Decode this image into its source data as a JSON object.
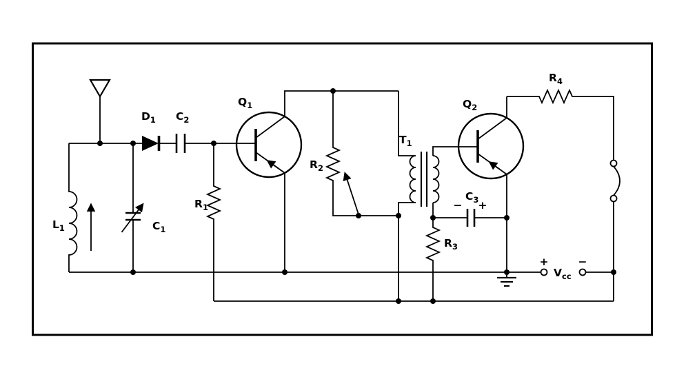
{
  "figure": {
    "type": "circuit-schematic"
  },
  "colors": {
    "ink": "#000000",
    "bg": "#ffffff"
  },
  "labels": {
    "L1": {
      "base": "L",
      "sub": "1"
    },
    "C1": {
      "base": "C",
      "sub": "1"
    },
    "D1": {
      "base": "D",
      "sub": "1"
    },
    "C2": {
      "base": "C",
      "sub": "2"
    },
    "Q1": {
      "base": "Q",
      "sub": "1"
    },
    "R1": {
      "base": "R",
      "sub": "1"
    },
    "R2": {
      "base": "R",
      "sub": "2"
    },
    "T1": {
      "base": "T",
      "sub": "1"
    },
    "Q2": {
      "base": "Q",
      "sub": "2"
    },
    "C3": {
      "base": "C",
      "sub": "3"
    },
    "R3": {
      "base": "R",
      "sub": "3"
    },
    "R4": {
      "base": "R",
      "sub": "4"
    },
    "Vcc": {
      "plus": "+",
      "base": "V",
      "sub": "cc",
      "minus": "−"
    },
    "C3_polarity": {
      "minus": "−",
      "plus": "+"
    }
  }
}
